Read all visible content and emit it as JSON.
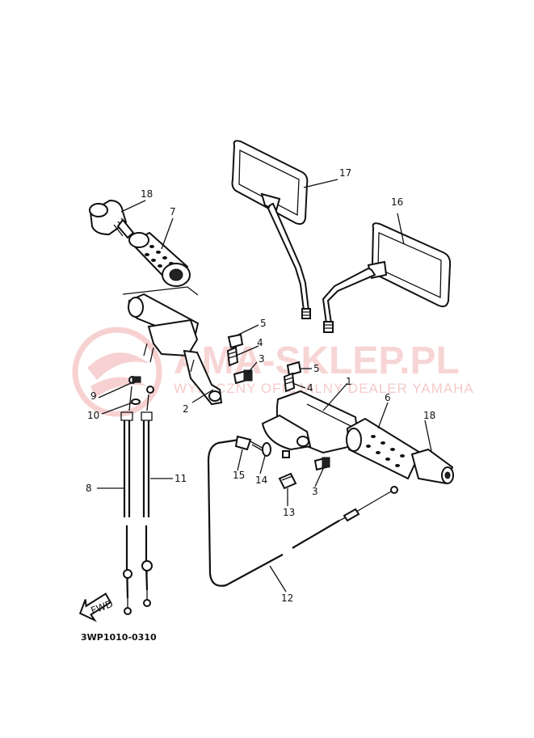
{
  "watermark": {
    "main_text": "AMA-SKLEP.PL",
    "sub_text": "WYŁĄCZNY OFICJALNY DEALER YAMAHA",
    "color": "#f2b3b3"
  },
  "diagram_code": "3WP1010-0310",
  "fwd_label": "FWD",
  "callouts": {
    "c1": "1",
    "c2": "2",
    "c3a": "3",
    "c3b": "3",
    "c4a": "4",
    "c4b": "4",
    "c5a": "5",
    "c5b": "5",
    "c6": "6",
    "c7": "7",
    "c8": "8",
    "c9": "9",
    "c10": "10",
    "c11": "11",
    "c12": "12",
    "c13": "13",
    "c14": "14",
    "c15": "15",
    "c16": "16",
    "c17": "17",
    "c18a": "18",
    "c18b": "18"
  }
}
